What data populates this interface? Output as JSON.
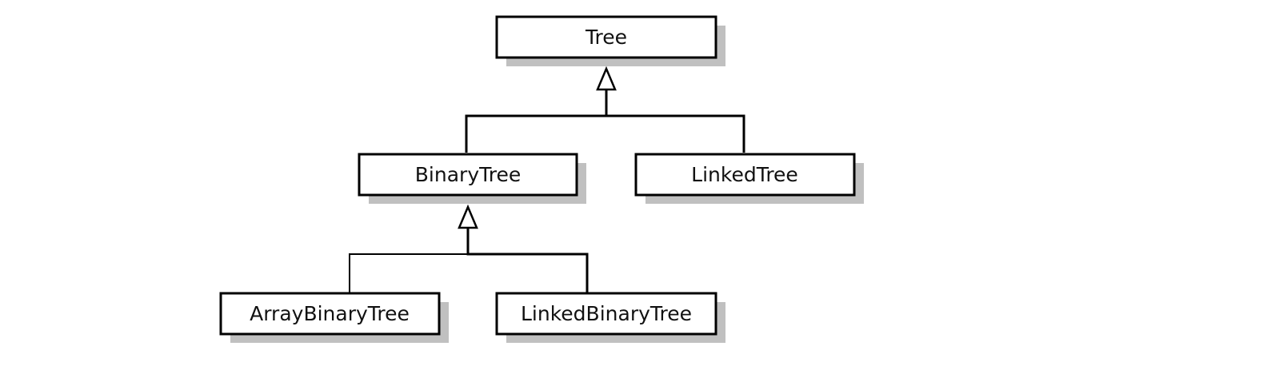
{
  "diagram": {
    "type": "uml-class-hierarchy",
    "nodes": {
      "tree": "Tree",
      "binary_tree": "BinaryTree",
      "linked_tree": "LinkedTree",
      "array_binary_tree": "ArrayBinaryTree",
      "linked_binary_tree": "LinkedBinaryTree"
    },
    "edges": [
      {
        "from": "BinaryTree",
        "to": "Tree",
        "relation": "inherits"
      },
      {
        "from": "LinkedTree",
        "to": "Tree",
        "relation": "inherits"
      },
      {
        "from": "ArrayBinaryTree",
        "to": "BinaryTree",
        "relation": "inherits"
      },
      {
        "from": "LinkedBinaryTree",
        "to": "BinaryTree",
        "relation": "inherits"
      }
    ],
    "colors": {
      "box_border": "#000000",
      "box_fill": "#ffffff",
      "shadow": "#c0c0c0"
    }
  }
}
